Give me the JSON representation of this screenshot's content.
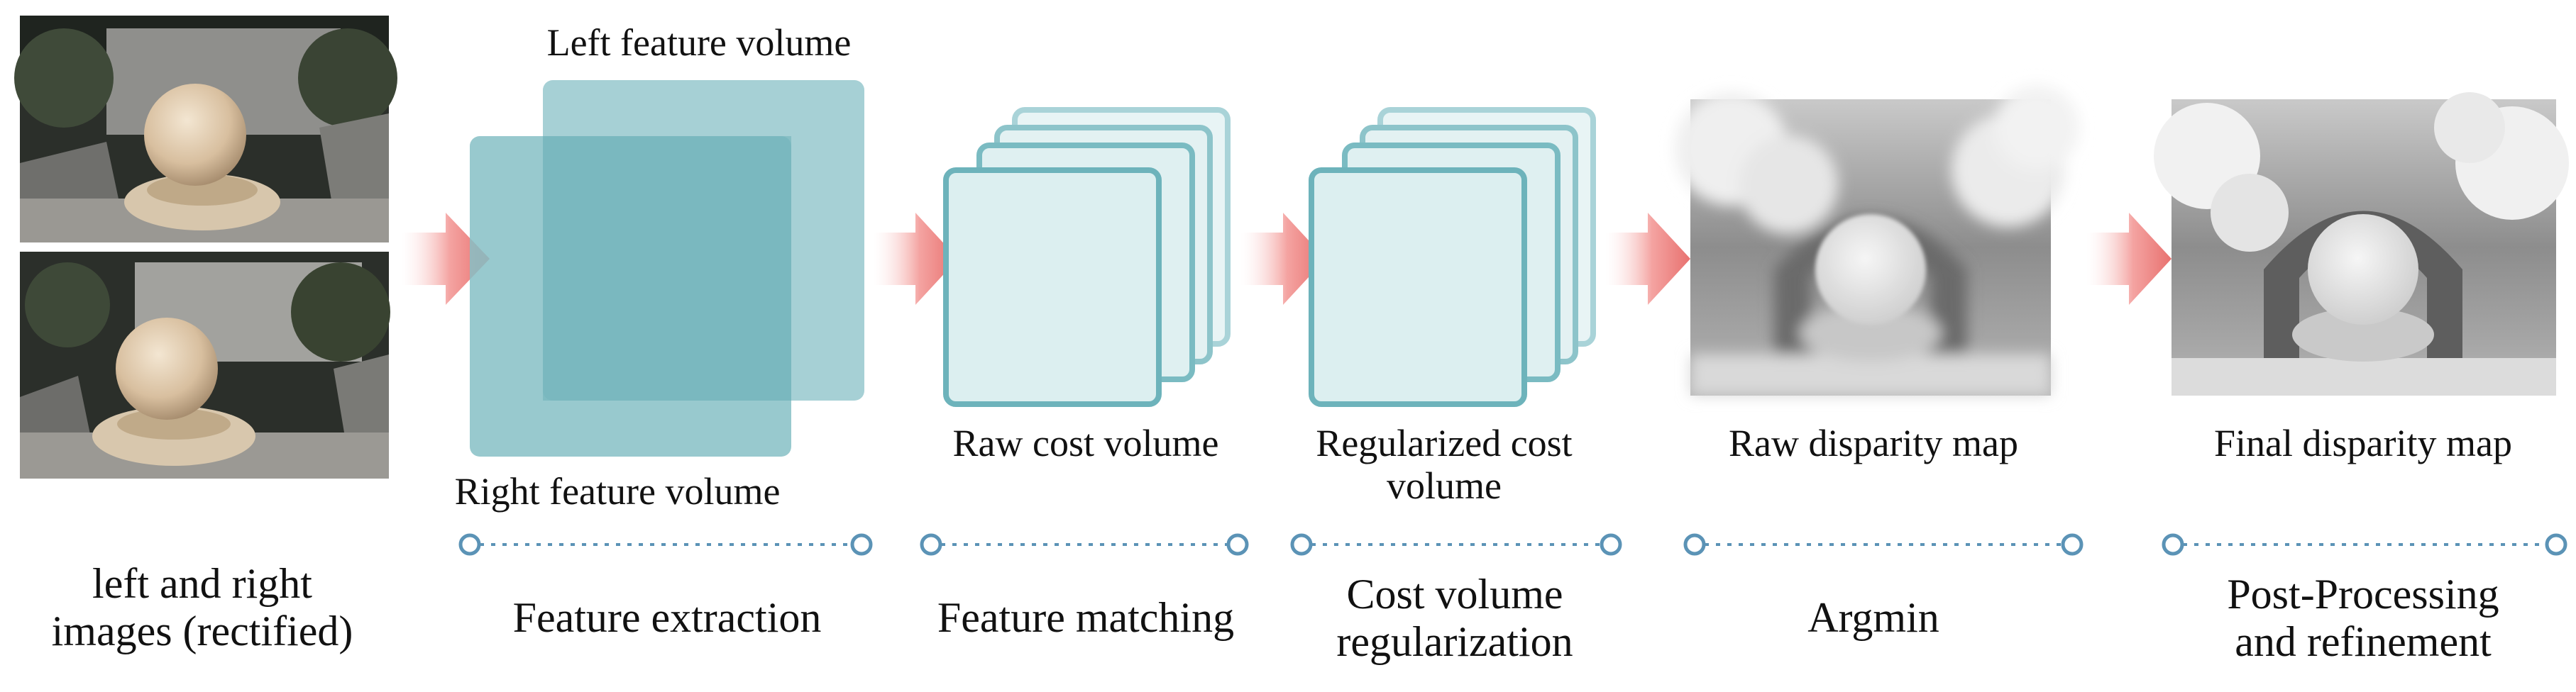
{
  "colors": {
    "volume_left": "#a6d0d5",
    "volume_right": "#86bfc5",
    "volume_overlap": "#6eb1b8",
    "cost_face": "#dff0f1",
    "cost_border": "#6db3bb",
    "arrow": "#e8716f",
    "timeline": "#5b93b6"
  },
  "inputs": {
    "top_image": "left rendered image: marble sphere on pedestal, trees and stone arch",
    "bottom_image": "right rendered image: marble sphere on pedestal, trees and stone arch"
  },
  "volume_labels": {
    "left": "Left feature volume",
    "right": "Right feature volume",
    "raw_cost": "Raw cost volume",
    "reg_cost_line1": "Regularized cost",
    "reg_cost_line2": "volume",
    "raw_disp": "Raw disparity map",
    "final_disp": "Final disparity map"
  },
  "steps": {
    "input_line1": "left and right",
    "input_line2": "images (rectified)",
    "feature_extraction": "Feature extraction",
    "feature_matching": "Feature matching",
    "cost_reg_line1": "Cost volume",
    "cost_reg_line2": "regularization",
    "argmin": "Argmin",
    "post_line1": "Post-Processing",
    "post_line2": "and refinement"
  }
}
